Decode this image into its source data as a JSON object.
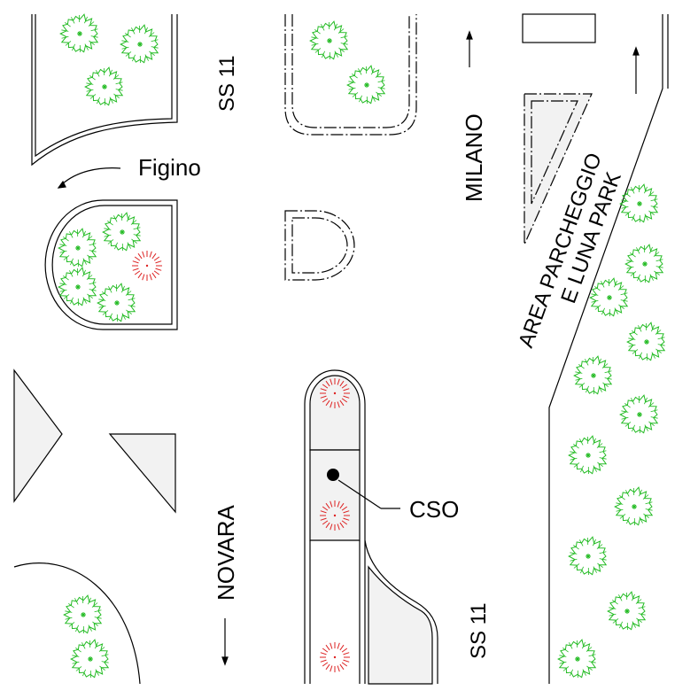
{
  "map": {
    "labels": {
      "ss11_top": "SS 11",
      "figino": "Figino",
      "milano": "MILANO",
      "area_line1": "AREA PARCHEGGIO",
      "area_line2": "E LUNA PARK",
      "cso": "CSO",
      "novara": "NOVARA",
      "ss11_bottom": "SS 11"
    },
    "colors": {
      "tree": "#22bb22",
      "tree_removed": "#dd2222",
      "paved_island": "#f2f2f2",
      "line": "#000000"
    },
    "icons": {
      "tree": "tree-symbol-icon",
      "removed_tree": "removed-tree-symbol-icon",
      "arrow": "direction-arrow-icon",
      "station": "station-dot-icon"
    }
  }
}
